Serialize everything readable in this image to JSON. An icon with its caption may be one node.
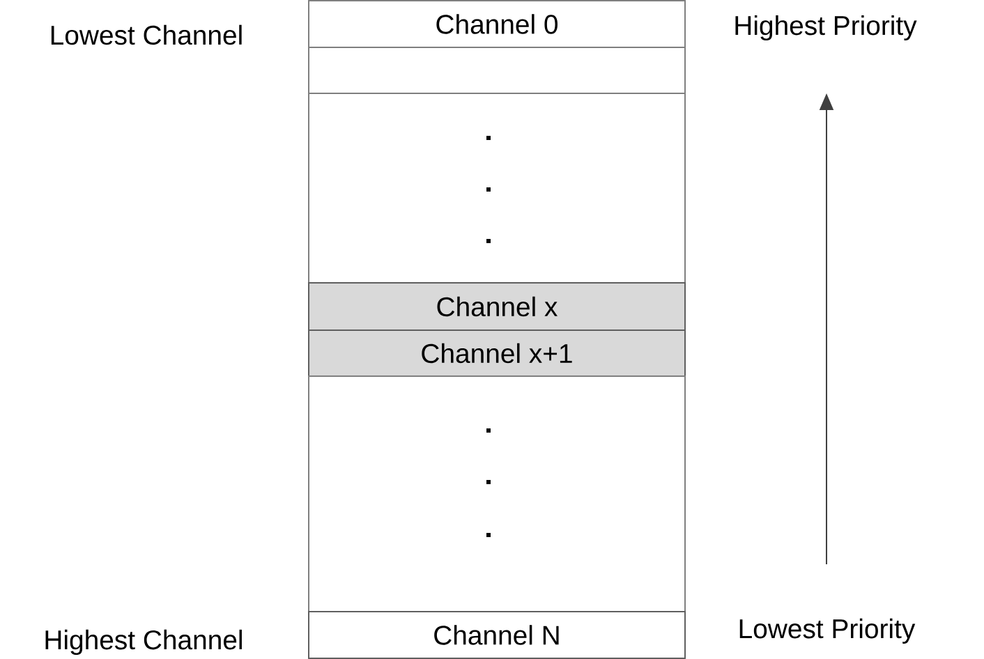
{
  "diagram": {
    "nodes": [
      {
        "text": [
          "Channel 0"
        ]
      },
      {
        "text": [],
        "shape": "box"
      },
      {
        "text": [],
        "shape": "box"
      },
      {
        "text": [
          "Channel x"
        ]
      },
      {
        "text": [
          "Channel x+1"
        ]
      },
      {
        "text": [],
        "shape": "box"
      },
      {
        "text": [
          "Channel N"
        ]
      }
    ],
    "labels": [
      "Lowest Channel",
      "Highest Priority",
      "Highest Channel",
      "Lowest Priority"
    ]
  }
}
